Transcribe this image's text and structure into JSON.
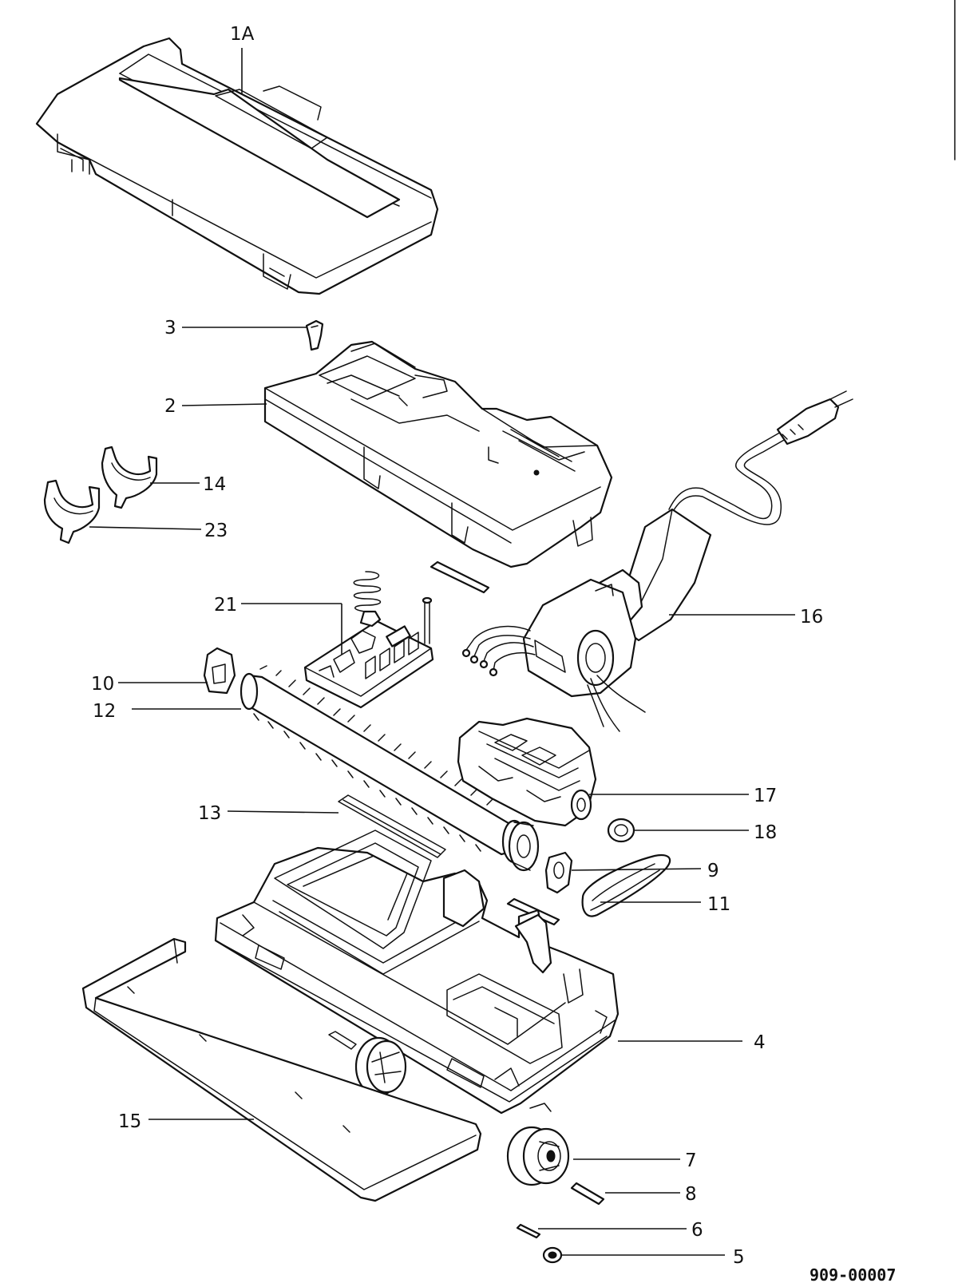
{
  "callouts": {
    "p1A": "1A",
    "p2": "2",
    "p3": "3",
    "p4": "4",
    "p5": "5",
    "p6": "6",
    "p7": "7",
    "p8": "8",
    "p9": "9",
    "p10": "10",
    "p11": "11",
    "p12": "12",
    "p13": "13",
    "p14": "14",
    "p15": "15",
    "p16": "16",
    "p17": "17",
    "p18": "18",
    "p21": "21",
    "p23": "23"
  },
  "document_number": "909-00007"
}
